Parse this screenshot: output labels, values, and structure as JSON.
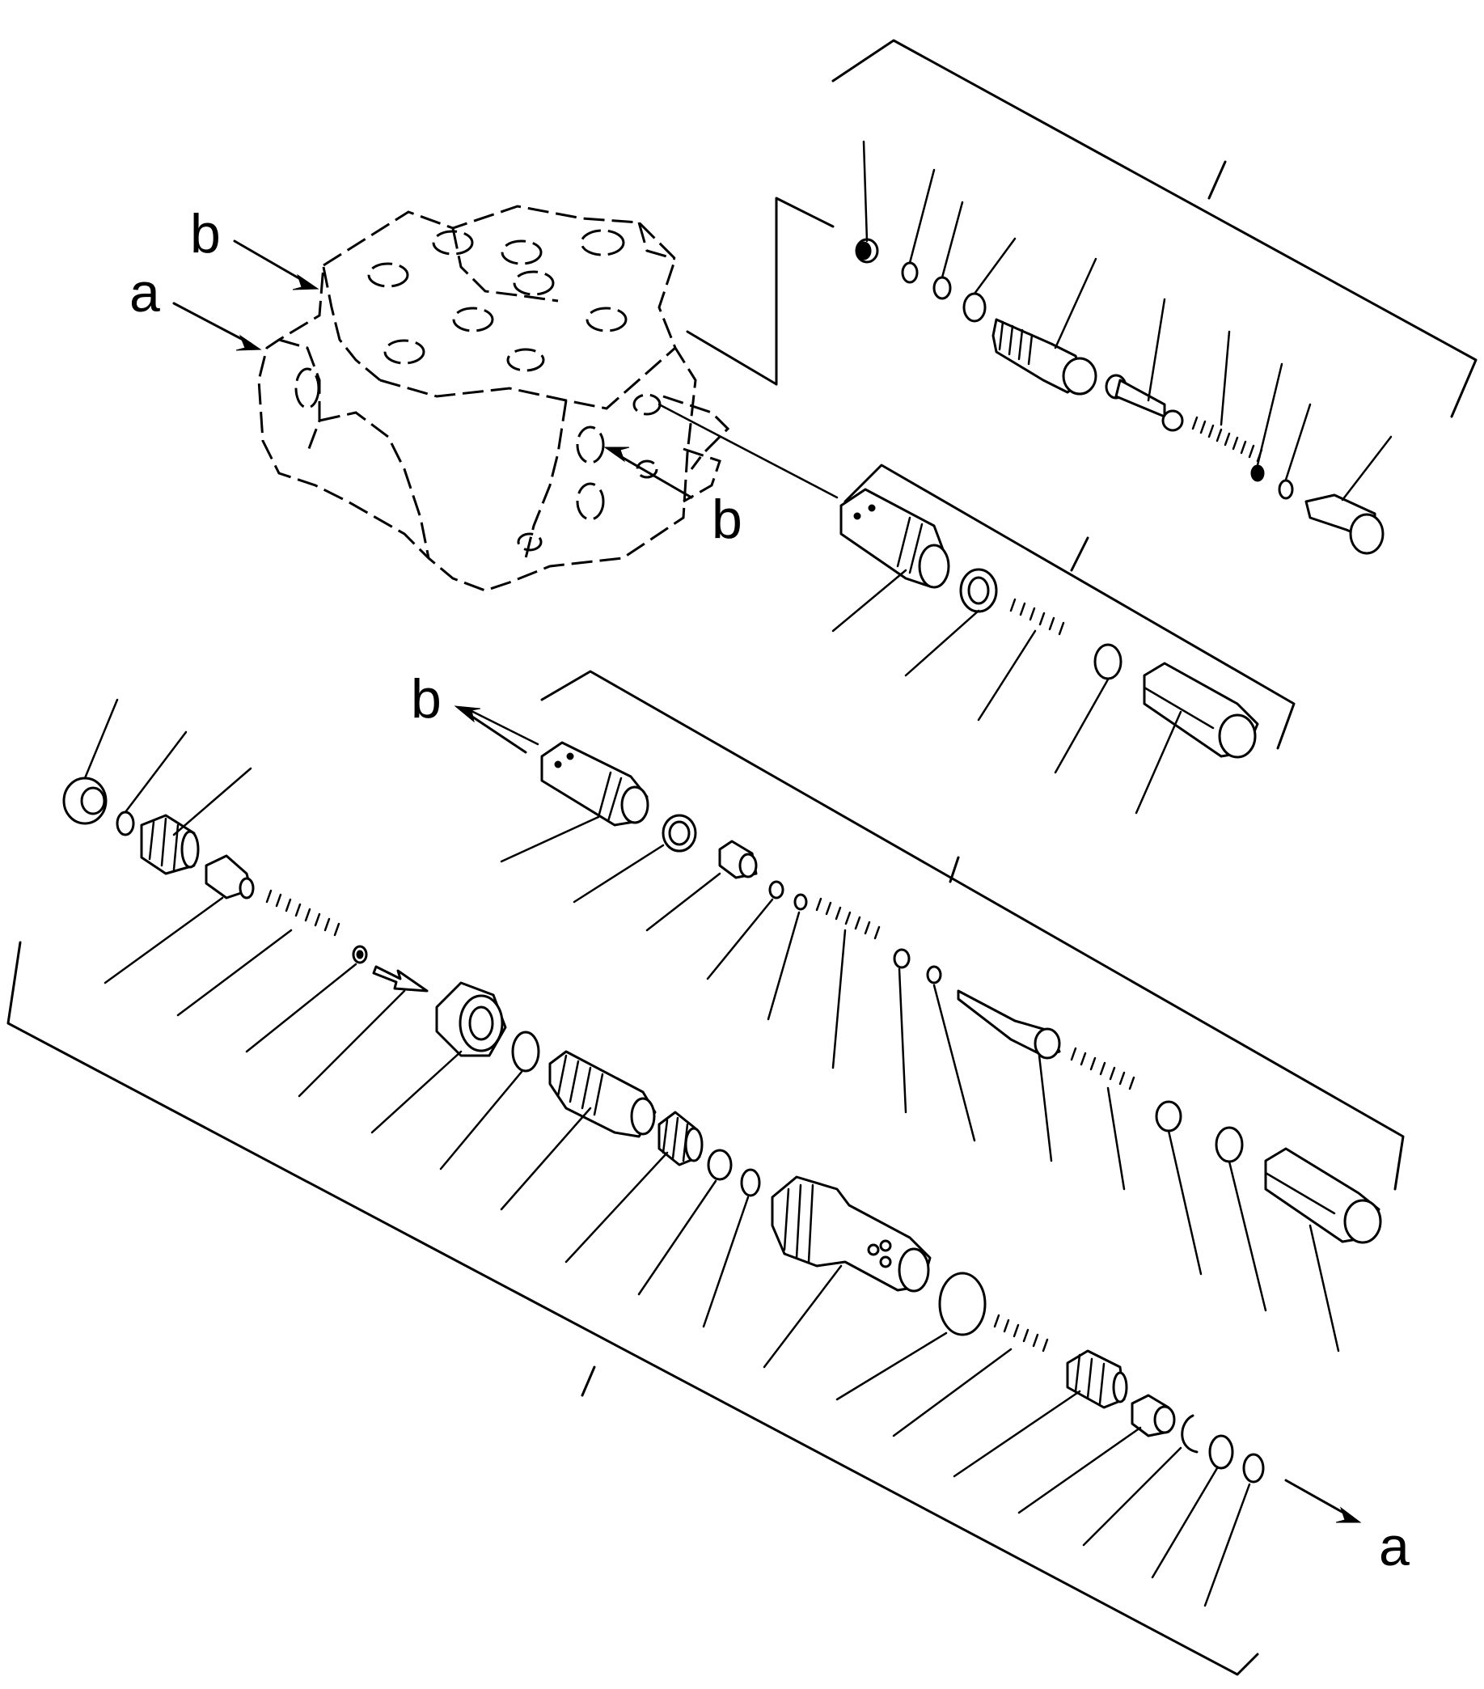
{
  "labels": {
    "b_body_top": "b",
    "a_body_left": "a",
    "b_body_right": "b",
    "b_spool_left": "b",
    "a_bottom_right": "a"
  },
  "colors": {
    "ink": "#000000",
    "paper": "#ffffff"
  }
}
